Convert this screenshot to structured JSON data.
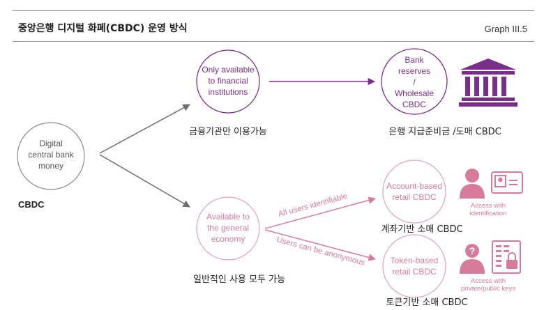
{
  "header": {
    "title": "중앙은행 디지털 화폐(CBDC) 운영 방식",
    "graph_number": "Graph III.5"
  },
  "root": {
    "circle_lines": [
      "Digital",
      "central bank",
      "money"
    ],
    "label": "CBDC"
  },
  "wholesale_branch": {
    "access_lines": [
      "Only available",
      "to financial",
      "institutions"
    ],
    "access_caption": "금융기관만 이용가능",
    "product_lines": [
      "Bank",
      "reserves",
      "/",
      "Wholesale",
      "CBDC"
    ],
    "product_caption": "은행 지급준비금 /도매 CBDC",
    "icon": "bank-building-icon"
  },
  "retail_branch": {
    "access_lines": [
      "Available to",
      "the general",
      "economy"
    ],
    "access_caption": "일반적인 사용 모두 가능",
    "arrow_upper_label": "All users identifiable",
    "arrow_lower_label": "Users can be anonymous",
    "account": {
      "lines": [
        "Account-based",
        "retail CBDC"
      ],
      "caption": "계좌기반 소매 CBDC",
      "icon_text_lines": [
        "Access with",
        "identification"
      ]
    },
    "token": {
      "lines": [
        "Token-based",
        "retail CBDC"
      ],
      "caption": "토큰기반 소매 CBDC",
      "icon_text_lines": [
        "Access with",
        "private/public keys"
      ]
    }
  },
  "colors": {
    "purple": "#7b2d8b",
    "pink": "#d77b9a",
    "gray_arrow": "#6e6e6e",
    "circle_gray": "#8a8a8a"
  }
}
